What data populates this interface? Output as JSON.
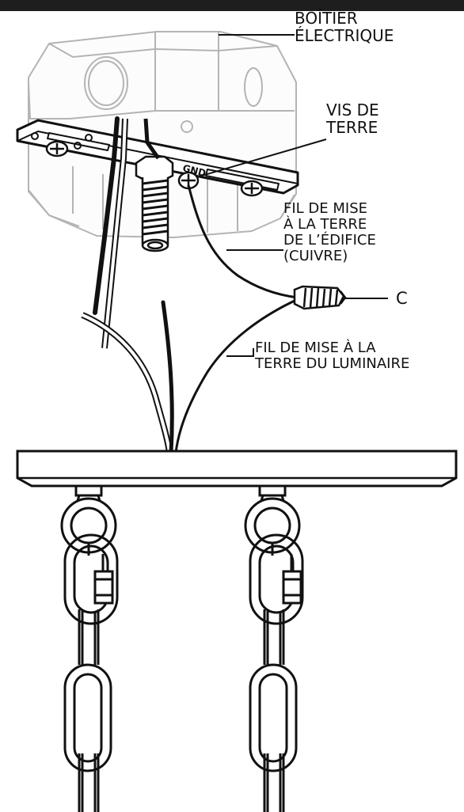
{
  "labels": {
    "electrical_box": "BOÎTIER\nÉLECTRIQUE",
    "ground_screw": "VIS DE\nTERRE",
    "gnd_mark": "GND",
    "building_ground_wire": "FIL DE MISE\nÀ LA TERRE\nDE L’ÉDIFICE\n(CUIVRE)",
    "wire_connector": "C",
    "fixture_ground_wire": "FIL DE MISE À LA\nTERRE DU LUMINAIRE"
  },
  "colors": {
    "ink": "#111111",
    "box_outline": "#b4b4b4",
    "wire_white": "#ffffff"
  }
}
